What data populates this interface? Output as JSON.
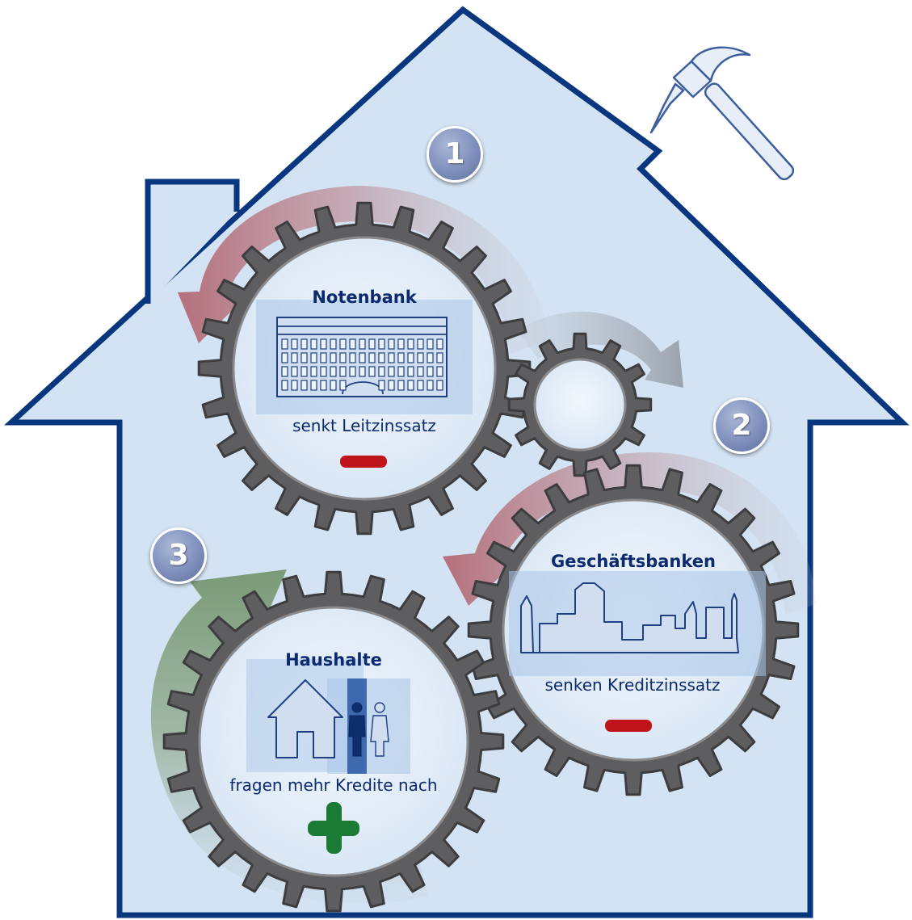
{
  "colors": {
    "house_fill": "#d3e3f4",
    "house_stroke": "#08377f",
    "gear": "#5e5e60",
    "gear_inner": "#dde9f6",
    "text_dark": "#0b2a6f",
    "minus": "#c0141b",
    "plus": "#1b7a34",
    "arrow_red": "#b8727e",
    "arrow_grey": "#9aa2ad",
    "arrow_green": "#7e9c7a"
  },
  "steps": {
    "one": {
      "number": "1"
    },
    "two": {
      "number": "2"
    },
    "three": {
      "number": "3"
    }
  },
  "gears": {
    "notenbank": {
      "title": "Notenbank",
      "subtitle": "senkt Leitzinssatz",
      "sign": "minus"
    },
    "geschaeftsbanken": {
      "title": "Geschäftsbanken",
      "subtitle": "senken Kreditzinssatz",
      "sign": "minus"
    },
    "haushalte": {
      "title": "Haushalte",
      "subtitle": "fragen mehr Kredite nach",
      "sign": "plus"
    }
  }
}
